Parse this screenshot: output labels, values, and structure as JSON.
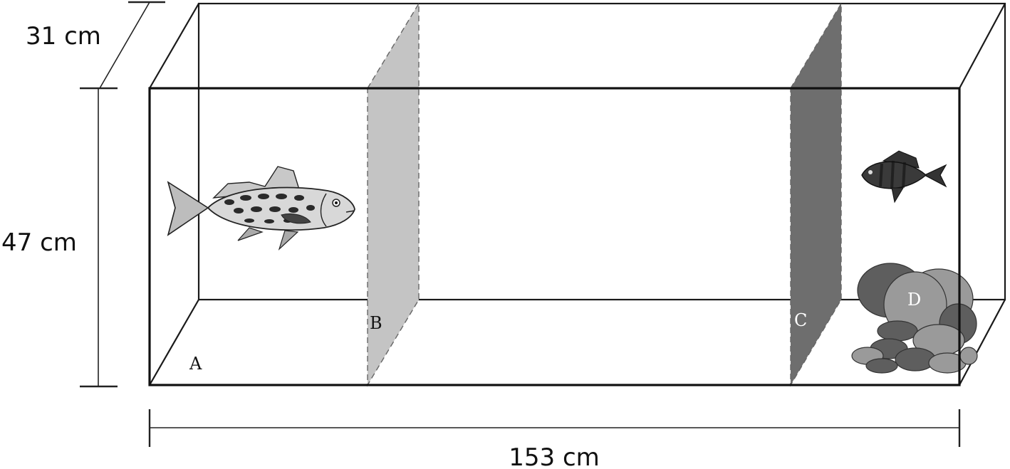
{
  "dimensions": {
    "depth": "31 cm",
    "height": "47 cm",
    "length": "153 cm"
  },
  "zones": {
    "a": "A",
    "b": "B",
    "c": "C",
    "d": "D"
  },
  "colors": {
    "partition_b": "#c4c4c4",
    "partition_c": "#6e6e6e",
    "rock_light": "#9a9a9a",
    "rock_dark": "#5e5e5e",
    "predator_fish": "#d8d8d8",
    "prey_fish": "#3a3a3a"
  }
}
